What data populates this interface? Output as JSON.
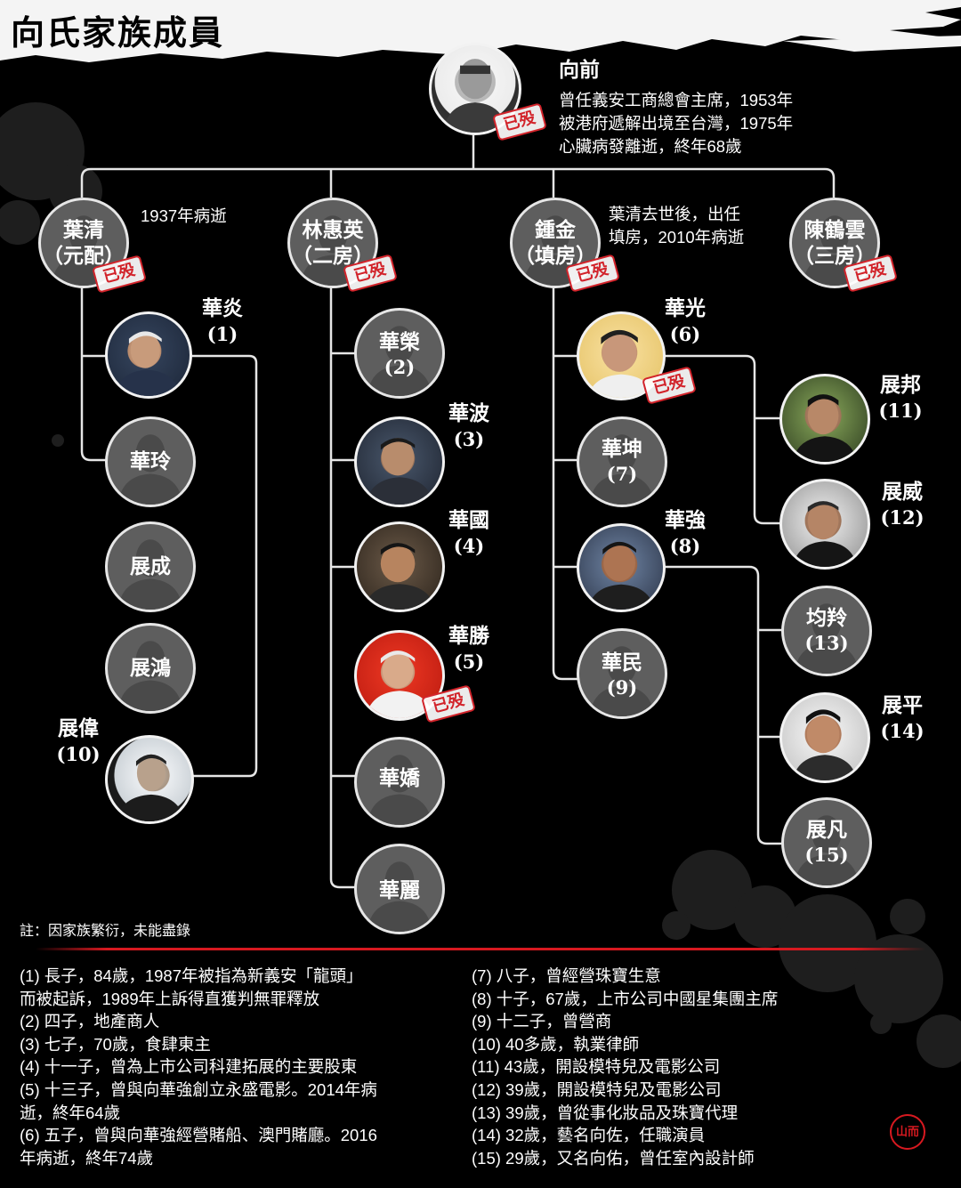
{
  "title": "向氏家族成員",
  "deceased_stamp": "已殁",
  "patriarch": {
    "name": "向前",
    "description": [
      "曾任義安工商總會主席，1953年",
      "被港府遞解出境至台灣，1975年",
      "心臟病發離逝，終年68歲"
    ]
  },
  "wives": [
    {
      "name": "葉清",
      "role": "（元配）",
      "note": [
        "1937年病逝"
      ]
    },
    {
      "name": "林惠英",
      "role": "（二房）",
      "note": []
    },
    {
      "name": "鍾金",
      "role": "（填房）",
      "note": [
        "葉清去世後，出任",
        "填房，2010年病逝"
      ]
    },
    {
      "name": "陳鶴雲",
      "role": "（三房）",
      "note": []
    }
  ],
  "children": {
    "hua_yan": {
      "name": "華炎",
      "num": "(1)"
    },
    "hua_ling": {
      "name": "華玲"
    },
    "zhan_cheng": {
      "name": "展成"
    },
    "zhan_hong": {
      "name": "展鴻"
    },
    "zhan_wei_10": {
      "name": "展偉",
      "num": "(10)"
    },
    "hua_rong": {
      "name": "華榮",
      "num": "(2)"
    },
    "hua_bo": {
      "name": "華波",
      "num": "(3)"
    },
    "hua_guo": {
      "name": "華國",
      "num": "(4)"
    },
    "hua_sheng": {
      "name": "華勝",
      "num": "(5)"
    },
    "hua_jiao": {
      "name": "華嬌"
    },
    "hua_li": {
      "name": "華麗"
    },
    "hua_guang": {
      "name": "華光",
      "num": "(6)"
    },
    "hua_kun": {
      "name": "華坤",
      "num": "(7)"
    },
    "hua_qiang": {
      "name": "華強",
      "num": "(8)"
    },
    "hua_min": {
      "name": "華民",
      "num": "(9)"
    },
    "zhan_bang": {
      "name": "展邦",
      "num": "(11)"
    },
    "zhan_wei_12": {
      "name": "展威",
      "num": "(12)"
    },
    "jun_ling": {
      "name": "均羚",
      "num": "(13)"
    },
    "zhan_ping": {
      "name": "展平",
      "num": "(14)"
    },
    "zhan_fan": {
      "name": "展凡",
      "num": "(15)"
    }
  },
  "footnote": "註：因家族繁衍，未能盡錄",
  "notes_left": [
    "(1) 長子，84歲，1987年被指為新義安「龍頭」",
    "而被起訴，1989年上訴得直獲判無罪釋放",
    "(2) 四子，地產商人",
    "(3) 七子，70歲，食肆東主",
    "(4) 十一子，曾為上市公司科建拓展的主要股東",
    "(5) 十三子，曾與向華強創立永盛電影。2014年病",
    "逝，終年64歲",
    "(6) 五子，曾與向華強經營賭船、澳門賭廳。2016",
    "年病逝，終年74歲"
  ],
  "notes_right": [
    "(7) 八子，曾經營珠寶生意",
    "(8) 十子，67歲，上市公司中國星集團主席",
    "(9) 十二子，曾營商",
    "(10) 40多歲，執業律師",
    "(11) 43歲，開設模特兒及電影公司",
    "(12) 39歲，開設模特兒及電影公司",
    "(13) 39歲，曾從事化妝品及珠寶代理",
    "(14) 32歲，藝名向佐，任職演員",
    "(15) 29歲，又名向佑，曾任室內設計師"
  ],
  "logo_text": "山而",
  "colors": {
    "accent_red": "#d71920",
    "background": "#000000",
    "line": "#e6e6e6",
    "node_gray": "#5e5e5e"
  }
}
